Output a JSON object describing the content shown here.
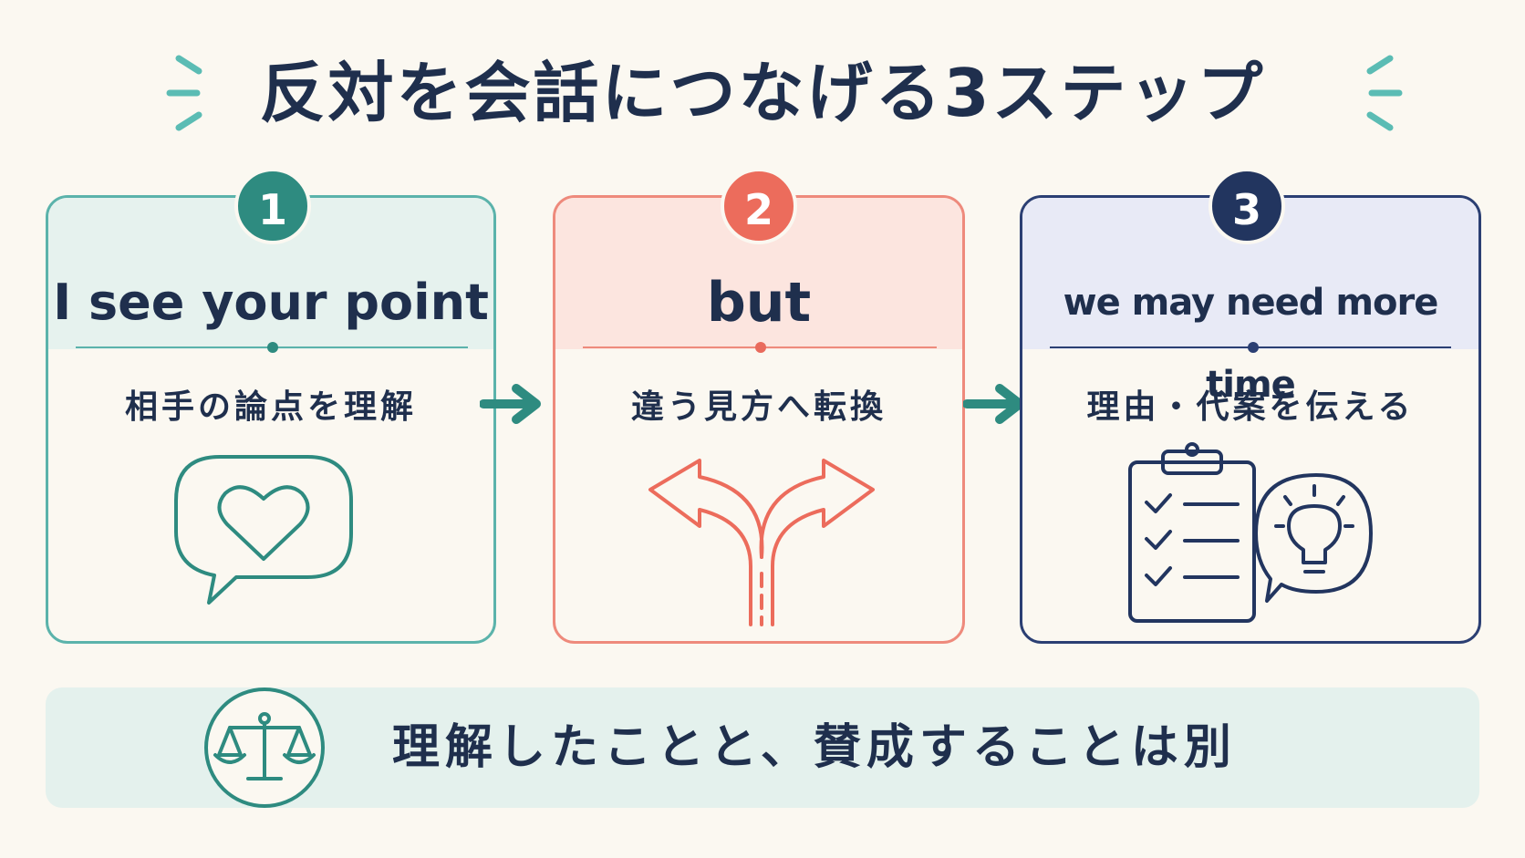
{
  "title": "反対を会話につなげる3ステップ",
  "colors": {
    "teal": "#2e8b80",
    "coral": "#ec6c5c",
    "navy": "#22355f",
    "text": "#1f2f4d",
    "background": "#fbf8f1"
  },
  "steps": [
    {
      "number": "1",
      "phrase": "I see your point",
      "description": "相手の論点を理解",
      "icon": "heart-speech-bubble-icon"
    },
    {
      "number": "2",
      "phrase": "but",
      "description": "違う見方へ転換",
      "icon": "split-road-arrows-icon"
    },
    {
      "number": "3",
      "phrase": "we may need more time",
      "description": "理由・代案を伝える",
      "icon": "clipboard-lightbulb-icon"
    }
  ],
  "footer": {
    "text": "理解したことと、賛成することは別",
    "icon": "balance-scale-icon"
  }
}
